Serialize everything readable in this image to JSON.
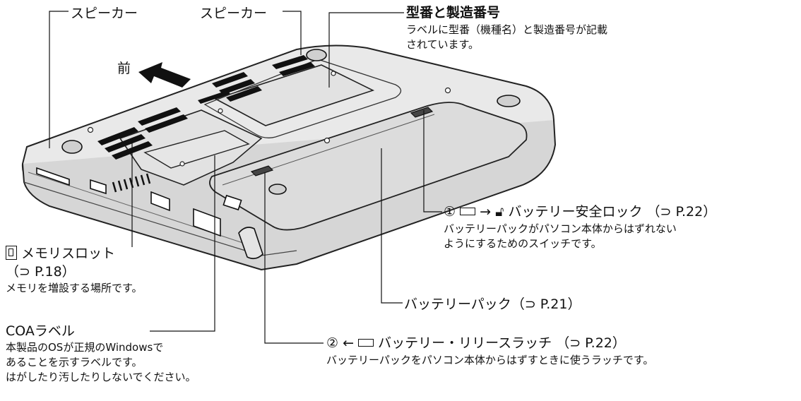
{
  "labels": {
    "speaker_left": "スピーカー",
    "speaker_right": "スピーカー",
    "front": "前",
    "model_serial": {
      "title": "型番と製造番号",
      "desc_line1": "ラベルに型番（機種名）と製造番号が記載",
      "desc_line2": "されています。"
    },
    "battery_lock": {
      "num": "①",
      "title": "バッテリー安全ロック",
      "ref": "（⊃ P.22）",
      "desc_line1": "バッテリーパックがパソコン本体からはずれない",
      "desc_line2": "ようにするためのスイッチです。"
    },
    "memory_slot": {
      "title": "メモリスロット",
      "ref": "（⊃ P.18）",
      "desc": "メモリを増設する場所です。"
    },
    "battery_pack": {
      "title": "バッテリーパック",
      "ref": "（⊃ P.21）"
    },
    "coa_label": {
      "title": "COAラベル",
      "desc_line1": "本製品のOSが正規のWindowsで",
      "desc_line2": "あることを示すラベルです。",
      "desc_line3": "はがしたり汚したりしないでください。"
    },
    "battery_release": {
      "num": "②",
      "arrow": "←",
      "title": "バッテリー・リリースラッチ",
      "ref": "（⊃ P.22）",
      "desc": "バッテリーパックをパソコン本体からはずすときに使うラッチです。"
    }
  },
  "icons": {
    "memory": "memory-slot-icon",
    "battery": "battery-icon",
    "lock": "unlock-icon",
    "arrow": "arrow-right-icon",
    "ref": "page-reference-icon"
  }
}
